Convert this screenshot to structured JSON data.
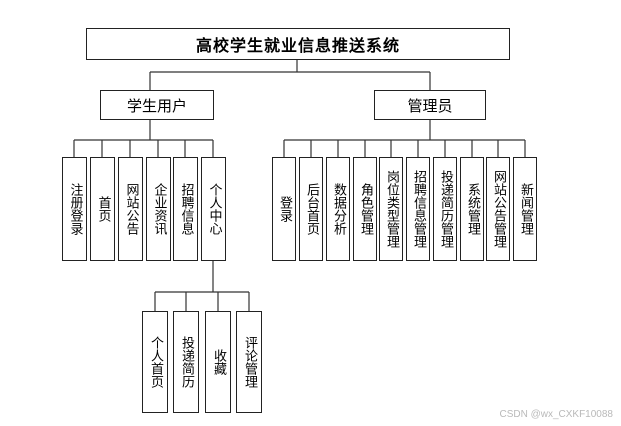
{
  "root": {
    "label": "高校学生就业信息推送系统"
  },
  "student": {
    "label": "学生用户",
    "items": [
      "注册登录",
      "首页",
      "网站公告",
      "企业资讯",
      "招聘信息",
      "个人中心"
    ],
    "personal_center": {
      "items": [
        "个人首页",
        "投递简历",
        "收藏",
        "评论管理"
      ]
    }
  },
  "admin": {
    "label": "管理员",
    "items": [
      "登录",
      "后台首页",
      "数据分析",
      "角色管理",
      "岗位类型管理",
      "招聘信息管理",
      "投递简历管理",
      "系统管理",
      "网站公告管理",
      "新闻管理"
    ]
  },
  "watermark": "CSDN @wx_CXKF10088"
}
